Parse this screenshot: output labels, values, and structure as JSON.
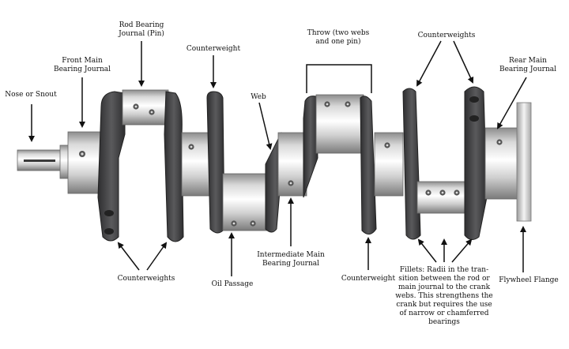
{
  "colors": {
    "web_dark": "#4a4a4c",
    "web_edge": "#2a2a2c",
    "journal_light": "#f4f4f4",
    "journal_mid": "#c9c9c9",
    "journal_dark": "#8c8c8c",
    "text": "#111111",
    "arrow": "#111111",
    "background": "#ffffff"
  },
  "labels": {
    "nose": "Nose or Snout",
    "front_main": "Front Main\nBearing Journal",
    "rod_bearing": "Rod Bearing\nJournal (Pin)",
    "counterweight_top": "Counterweight",
    "web": "Web",
    "throw": "Throw (two webs\nand one pin)",
    "counterweights_top": "Counterweights",
    "rear_main": "Rear Main\nBearing Journal",
    "counterweights_bottom": "Counterweights",
    "oil_passage": "Oil Passage",
    "intermediate_main": "Intermediate Main\nBearing Journal",
    "counterweight_bottom": "Counterweight",
    "fillets": "Fillets: Radii in the tran-\nsition between the rod or\nmain journal to the crank\nwebs. This strengthens the\ncrank but requires the use\nof narrow or chamferred\nbearings",
    "flywheel": "Flywheel Flange"
  }
}
